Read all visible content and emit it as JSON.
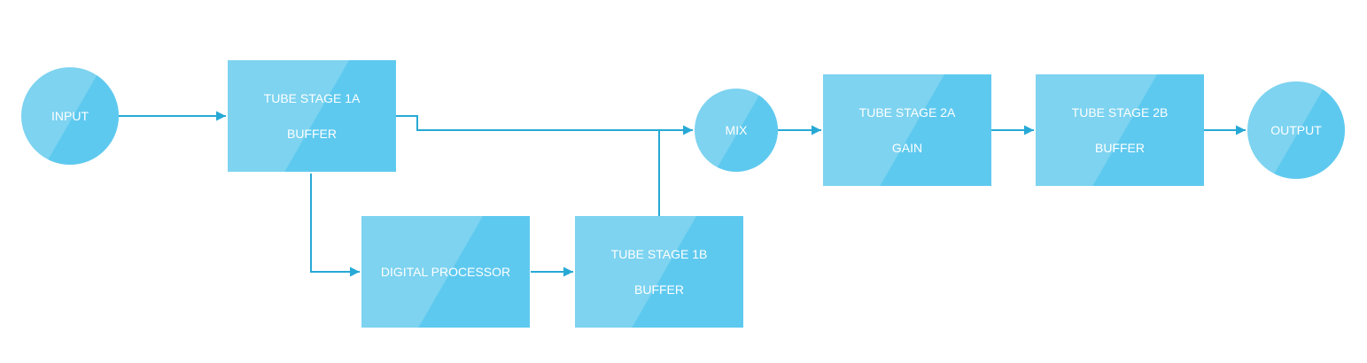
{
  "colors": {
    "node_fill": "#7dd3f0",
    "node_sheen": "#5ec9ef",
    "wire": "#27a9d6",
    "text": "#ffffff"
  },
  "diagram": {
    "nodes": {
      "input": {
        "label": "INPUT"
      },
      "tube_stage_1a": {
        "title": "TUBE STAGE 1A",
        "subtitle": "BUFFER"
      },
      "digital_processor": {
        "label": "DIGITAL PROCESSOR"
      },
      "tube_stage_1b": {
        "title": "TUBE STAGE 1B",
        "subtitle": "BUFFER"
      },
      "mix": {
        "label": "MIX"
      },
      "tube_stage_2a": {
        "title": "TUBE STAGE 2A",
        "subtitle": "GAIN"
      },
      "tube_stage_2b": {
        "title": "TUBE STAGE 2B",
        "subtitle": "BUFFER"
      },
      "output": {
        "label": "OUTPUT"
      }
    },
    "connections": [
      {
        "from": "input",
        "to": "tube_stage_1a"
      },
      {
        "from": "tube_stage_1a",
        "to": "mix"
      },
      {
        "from": "tube_stage_1a",
        "to": "digital_processor"
      },
      {
        "from": "digital_processor",
        "to": "tube_stage_1b"
      },
      {
        "from": "tube_stage_1b",
        "to": "mix"
      },
      {
        "from": "mix",
        "to": "tube_stage_2a"
      },
      {
        "from": "tube_stage_2a",
        "to": "tube_stage_2b"
      },
      {
        "from": "tube_stage_2b",
        "to": "output"
      }
    ]
  }
}
